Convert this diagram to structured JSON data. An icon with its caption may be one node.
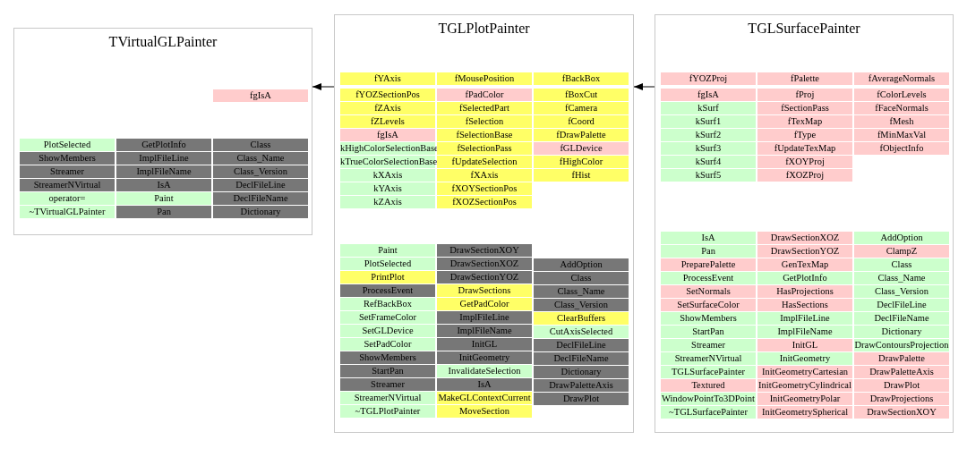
{
  "diagram": {
    "nodes": [
      {
        "text": [
          "TVirtualGLPainter"
        ]
      },
      {
        "text": [
          "fgIsA"
        ],
        "in": 0
      },
      {
        "text": [
          "PlotSelected"
        ],
        "in": 0
      },
      {
        "text": [
          "ShowMembers"
        ],
        "in": 0
      },
      {
        "text": [
          "Streamer"
        ],
        "in": 0
      },
      {
        "text": [
          "StreamerNVirtual"
        ],
        "in": 0
      },
      {
        "text": [
          "operator="
        ],
        "in": 0
      },
      {
        "text": [
          "~TVirtualGLPainter"
        ],
        "in": 0
      },
      {
        "text": [
          "GetPlotInfo"
        ],
        "in": 0
      },
      {
        "text": [
          "ImplFileLine"
        ],
        "in": 0
      },
      {
        "text": [
          "ImplFileName"
        ],
        "in": 0
      },
      {
        "text": [
          "IsA"
        ],
        "in": 0
      },
      {
        "text": [
          "Paint"
        ],
        "in": 0
      },
      {
        "text": [
          "Pan"
        ],
        "in": 0
      },
      {
        "text": [
          "Class"
        ],
        "in": 0
      },
      {
        "text": [
          "Class_Name"
        ],
        "in": 0
      },
      {
        "text": [
          "Class_Version"
        ],
        "in": 0
      },
      {
        "text": [
          "DeclFileLine"
        ],
        "in": 0
      },
      {
        "text": [
          "DeclFileName"
        ],
        "in": 0
      },
      {
        "text": [
          "Dictionary"
        ],
        "in": 0
      },
      {
        "text": [
          "TGLPlotPainter"
        ]
      },
      {
        "text": [
          "fYAxis"
        ],
        "in": 20
      },
      {
        "text": [
          "fYOZSectionPos"
        ],
        "in": 20
      },
      {
        "text": [
          "fZAxis"
        ],
        "in": 20
      },
      {
        "text": [
          "fZLevels"
        ],
        "in": 20
      },
      {
        "text": [
          "fgIsA"
        ],
        "in": 20
      },
      {
        "text": [
          "kHighColorSelectionBase"
        ],
        "in": 20
      },
      {
        "text": [
          "kTrueColorSelectionBase"
        ],
        "in": 20
      },
      {
        "text": [
          "kXAxis"
        ],
        "in": 20
      },
      {
        "text": [
          "kYAxis"
        ],
        "in": 20
      },
      {
        "text": [
          "kZAxis"
        ],
        "in": 20
      },
      {
        "text": [
          "fMousePosition"
        ],
        "in": 20
      },
      {
        "text": [
          "fPadColor"
        ],
        "in": 20
      },
      {
        "text": [
          "fSelectedPart"
        ],
        "in": 20
      },
      {
        "text": [
          "fSelection"
        ],
        "in": 20
      },
      {
        "text": [
          "fSelectionBase"
        ],
        "in": 20
      },
      {
        "text": [
          "fSelectionPass"
        ],
        "in": 20
      },
      {
        "text": [
          "fUpdateSelection"
        ],
        "in": 20
      },
      {
        "text": [
          "fXAxis"
        ],
        "in": 20
      },
      {
        "text": [
          "fXOYSectionPos"
        ],
        "in": 20
      },
      {
        "text": [
          "fXOZSectionPos"
        ],
        "in": 20
      },
      {
        "text": [
          "fBackBox"
        ],
        "in": 20
      },
      {
        "text": [
          "fBoxCut"
        ],
        "in": 20
      },
      {
        "text": [
          "fCamera"
        ],
        "in": 20
      },
      {
        "text": [
          "fCoord"
        ],
        "in": 20
      },
      {
        "text": [
          "fDrawPalette"
        ],
        "in": 20
      },
      {
        "text": [
          "fGLDevice"
        ],
        "in": 20
      },
      {
        "text": [
          "fHighColor"
        ],
        "in": 20
      },
      {
        "text": [
          "fHist"
        ],
        "in": 20
      },
      {
        "text": [
          "Paint"
        ],
        "in": 20
      },
      {
        "text": [
          "PlotSelected"
        ],
        "in": 20
      },
      {
        "text": [
          "PrintPlot"
        ],
        "in": 20
      },
      {
        "text": [
          "ProcessEvent"
        ],
        "in": 20
      },
      {
        "text": [
          "RefBackBox"
        ],
        "in": 20
      },
      {
        "text": [
          "SetFrameColor"
        ],
        "in": 20
      },
      {
        "text": [
          "SetGLDevice"
        ],
        "in": 20
      },
      {
        "text": [
          "SetPadColor"
        ],
        "in": 20
      },
      {
        "text": [
          "ShowMembers"
        ],
        "in": 20
      },
      {
        "text": [
          "StartPan"
        ],
        "in": 20
      },
      {
        "text": [
          "Streamer"
        ],
        "in": 20
      },
      {
        "text": [
          "StreamerNVirtual"
        ],
        "in": 20
      },
      {
        "text": [
          "~TGLPlotPainter"
        ],
        "in": 20
      },
      {
        "text": [
          "DrawSectionXOY"
        ],
        "in": 20
      },
      {
        "text": [
          "DrawSectionXOZ"
        ],
        "in": 20
      },
      {
        "text": [
          "DrawSectionYOZ"
        ],
        "in": 20
      },
      {
        "text": [
          "DrawSections"
        ],
        "in": 20
      },
      {
        "text": [
          "GetPadColor"
        ],
        "in": 20
      },
      {
        "text": [
          "ImplFileLine"
        ],
        "in": 20
      },
      {
        "text": [
          "ImplFileName"
        ],
        "in": 20
      },
      {
        "text": [
          "InitGL"
        ],
        "in": 20
      },
      {
        "text": [
          "InitGeometry"
        ],
        "in": 20
      },
      {
        "text": [
          "InvalidateSelection"
        ],
        "in": 20
      },
      {
        "text": [
          "IsA"
        ],
        "in": 20
      },
      {
        "text": [
          "MakeGLContextCurrent"
        ],
        "in": 20
      },
      {
        "text": [
          "MoveSection"
        ],
        "in": 20
      },
      {
        "text": [
          "AddOption"
        ],
        "in": 20
      },
      {
        "text": [
          "Class"
        ],
        "in": 20
      },
      {
        "text": [
          "Class_Name"
        ],
        "in": 20
      },
      {
        "text": [
          "Class_Version"
        ],
        "in": 20
      },
      {
        "text": [
          "ClearBuffers"
        ],
        "in": 20
      },
      {
        "text": [
          "CutAxisSelected"
        ],
        "in": 20
      },
      {
        "text": [
          "DeclFileLine"
        ],
        "in": 20
      },
      {
        "text": [
          "DeclFileName"
        ],
        "in": 20
      },
      {
        "text": [
          "Dictionary"
        ],
        "in": 20
      },
      {
        "text": [
          "DrawPaletteAxis"
        ],
        "in": 20
      },
      {
        "text": [
          "DrawPlot"
        ],
        "in": 20
      },
      {
        "text": [
          "TGLSurfacePainter"
        ]
      },
      {
        "text": [
          "fYOZProj"
        ],
        "in": 86
      },
      {
        "text": [
          "fgIsA"
        ],
        "in": 86
      },
      {
        "text": [
          "kSurf"
        ],
        "in": 86
      },
      {
        "text": [
          "kSurf1"
        ],
        "in": 86
      },
      {
        "text": [
          "kSurf2"
        ],
        "in": 86
      },
      {
        "text": [
          "kSurf3"
        ],
        "in": 86
      },
      {
        "text": [
          "kSurf4"
        ],
        "in": 86
      },
      {
        "text": [
          "kSurf5"
        ],
        "in": 86
      },
      {
        "text": [
          "fPalette"
        ],
        "in": 86
      },
      {
        "text": [
          "fProj"
        ],
        "in": 86
      },
      {
        "text": [
          "fSectionPass"
        ],
        "in": 86
      },
      {
        "text": [
          "fTexMap"
        ],
        "in": 86
      },
      {
        "text": [
          "fType"
        ],
        "in": 86
      },
      {
        "text": [
          "fUpdateTexMap"
        ],
        "in": 86
      },
      {
        "text": [
          "fXOYProj"
        ],
        "in": 86
      },
      {
        "text": [
          "fXOZProj"
        ],
        "in": 86
      },
      {
        "text": [
          "fAverageNormals"
        ],
        "in": 86
      },
      {
        "text": [
          "fColorLevels"
        ],
        "in": 86
      },
      {
        "text": [
          "fFaceNormals"
        ],
        "in": 86
      },
      {
        "text": [
          "fMesh"
        ],
        "in": 86
      },
      {
        "text": [
          "fMinMaxVal"
        ],
        "in": 86
      },
      {
        "text": [
          "fObjectInfo"
        ],
        "in": 86
      },
      {
        "text": [
          "IsA"
        ],
        "in": 86
      },
      {
        "text": [
          "Pan"
        ],
        "in": 86
      },
      {
        "text": [
          "PreparePalette"
        ],
        "in": 86
      },
      {
        "text": [
          "ProcessEvent"
        ],
        "in": 86
      },
      {
        "text": [
          "SetNormals"
        ],
        "in": 86
      },
      {
        "text": [
          "SetSurfaceColor"
        ],
        "in": 86
      },
      {
        "text": [
          "ShowMembers"
        ],
        "in": 86
      },
      {
        "text": [
          "StartPan"
        ],
        "in": 86
      },
      {
        "text": [
          "Streamer"
        ],
        "in": 86
      },
      {
        "text": [
          "StreamerNVirtual"
        ],
        "in": 86
      },
      {
        "text": [
          "TGLSurfacePainter"
        ],
        "in": 86
      },
      {
        "text": [
          "Textured"
        ],
        "in": 86
      },
      {
        "text": [
          "WindowPointTo3DPoint"
        ],
        "in": 86
      },
      {
        "text": [
          "~TGLSurfacePainter"
        ],
        "in": 86
      },
      {
        "text": [
          "DrawSectionXOZ"
        ],
        "in": 86
      },
      {
        "text": [
          "DrawSectionYOZ"
        ],
        "in": 86
      },
      {
        "text": [
          "GenTexMap"
        ],
        "in": 86
      },
      {
        "text": [
          "GetPlotInfo"
        ],
        "in": 86
      },
      {
        "text": [
          "HasProjections"
        ],
        "in": 86
      },
      {
        "text": [
          "HasSections"
        ],
        "in": 86
      },
      {
        "text": [
          "ImplFileLine"
        ],
        "in": 86
      },
      {
        "text": [
          "ImplFileName"
        ],
        "in": 86
      },
      {
        "text": [
          "InitGL"
        ],
        "in": 86
      },
      {
        "text": [
          "InitGeometry"
        ],
        "in": 86
      },
      {
        "text": [
          "InitGeometryCartesian"
        ],
        "in": 86
      },
      {
        "text": [
          "InitGeometryCylindrical"
        ],
        "in": 86
      },
      {
        "text": [
          "InitGeometryPolar"
        ],
        "in": 86
      },
      {
        "text": [
          "InitGeometrySpherical"
        ],
        "in": 86
      },
      {
        "text": [
          "AddOption"
        ],
        "in": 86
      },
      {
        "text": [
          "ClampZ"
        ],
        "in": 86
      },
      {
        "text": [
          "Class"
        ],
        "in": 86
      },
      {
        "text": [
          "Class_Name"
        ],
        "in": 86
      },
      {
        "text": [
          "Class_Version"
        ],
        "in": 86
      },
      {
        "text": [
          "DeclFileLine"
        ],
        "in": 86
      },
      {
        "text": [
          "DeclFileName"
        ],
        "in": 86
      },
      {
        "text": [
          "Dictionary"
        ],
        "in": 86
      },
      {
        "text": [
          "DrawContoursProjection"
        ],
        "in": 86
      },
      {
        "text": [
          "DrawPalette"
        ],
        "in": 86
      },
      {
        "text": [
          "DrawPaletteAxis"
        ],
        "in": 86
      },
      {
        "text": [
          "DrawPlot"
        ],
        "in": 86
      },
      {
        "text": [
          "DrawProjections"
        ],
        "in": 86
      },
      {
        "text": [
          "DrawSectionXOY"
        ],
        "in": 86
      }
    ],
    "edges": [
      {
        "from": 20,
        "to": 0,
        "arrow": "to"
      },
      {
        "from": 86,
        "to": 20,
        "arrow": "to"
      }
    ]
  }
}
